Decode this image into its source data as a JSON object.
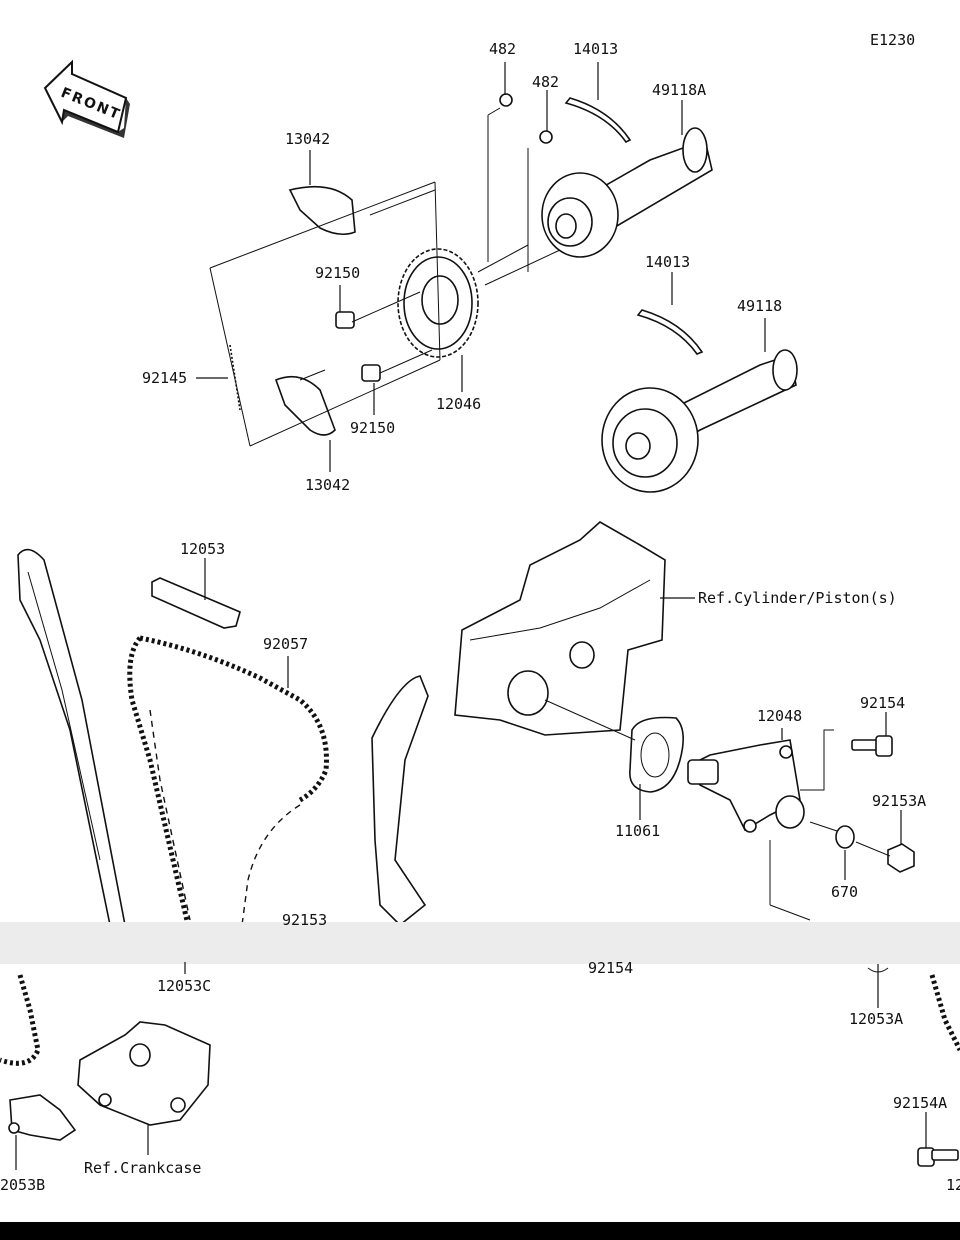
{
  "diagram_code": "E1230",
  "front_label": "FRONT",
  "labels": {
    "p482a": "482",
    "p482b": "482",
    "p14013a": "14013",
    "p49118A": "49118A",
    "p13042a": "13042",
    "p92150a": "92150",
    "p14013b": "14013",
    "p49118": "49118",
    "p92145": "92145",
    "p12046": "12046",
    "p92150b": "92150",
    "p13042b": "13042",
    "p12053": "12053",
    "p92057": "92057",
    "ref_cyl": "Ref.Cylinder/Piston(s)",
    "p12048": "12048",
    "p92154a": "92154",
    "p92153A": "92153A",
    "p11061": "11061",
    "p670": "670",
    "p92153": "92153",
    "p12053C": "12053C",
    "p92154b": "92154",
    "p12053A": "12053A",
    "p92154A": "92154A",
    "p12053B": "2053B",
    "ref_crank": "Ref.Crankcase",
    "p_right_cut": "12"
  }
}
